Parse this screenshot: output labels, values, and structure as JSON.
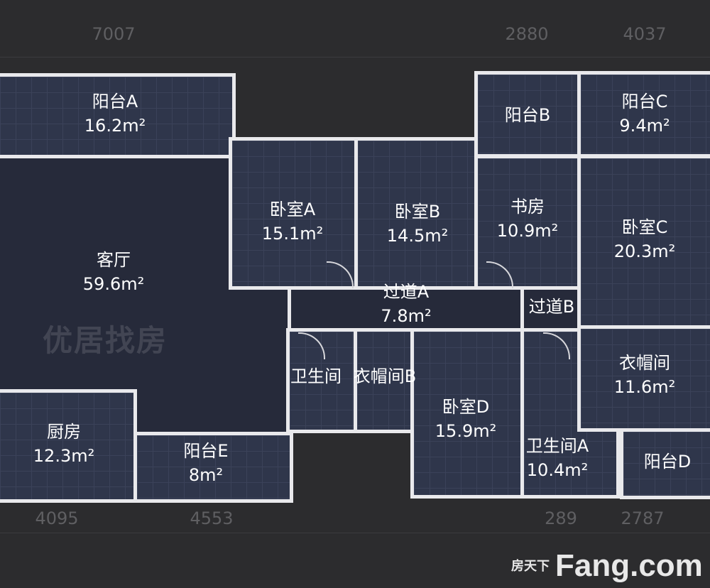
{
  "dimensions_top": [
    "7007",
    "2880",
    "4037"
  ],
  "dimensions_bottom": [
    "4095",
    "4553",
    "289",
    "2787"
  ],
  "rooms": [
    {
      "name": "阳台A",
      "area": "16.2m²"
    },
    {
      "name": "卧室A",
      "area": "15.1m²"
    },
    {
      "name": "卧室B",
      "area": "14.5m²"
    },
    {
      "name": "书房",
      "area": "10.9m²"
    },
    {
      "name": "阳台B",
      "area": ""
    },
    {
      "name": "阳台C",
      "area": "9.4m²"
    },
    {
      "name": "卧室C",
      "area": "20.3m²"
    },
    {
      "name": "客厅",
      "area": "59.6m²"
    },
    {
      "name": "过道A",
      "area": "7.8m²"
    },
    {
      "name": "过道B",
      "area": ""
    },
    {
      "name": "卫生间",
      "area": ""
    },
    {
      "name": "衣帽间B",
      "area": ""
    },
    {
      "name": "卧室D",
      "area": "15.9m²"
    },
    {
      "name": "卫生间A",
      "area": "10.4m²"
    },
    {
      "name": "衣帽间",
      "area": "11.6m²"
    },
    {
      "name": "阳台D",
      "area": ""
    },
    {
      "name": "厨房",
      "area": "12.3m²"
    },
    {
      "name": "阳台E",
      "area": "8m²"
    }
  ],
  "watermark": "优居找房",
  "logo": {
    "text": "Fang.com",
    "cn": "房天下"
  }
}
